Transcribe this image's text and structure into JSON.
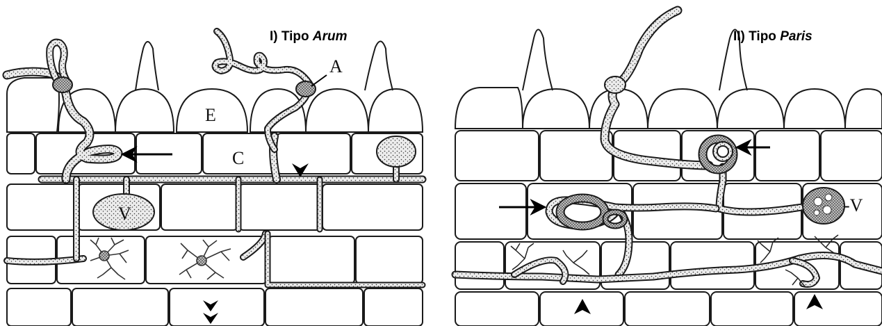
{
  "panels": [
    {
      "title_prefix": "I) Tipo ",
      "title_italic": "Arum",
      "labels": {
        "appressorium": "A",
        "epidermis": "E",
        "cortex": "C",
        "vesicle": "V"
      }
    },
    {
      "title_prefix": "II) Tipo ",
      "title_italic": "Paris",
      "labels": {
        "vesicle": "-V"
      }
    }
  ],
  "colors": {
    "ink": "#1a1a1a",
    "hypha_fill": "#d9d9d9",
    "background": "#ffffff"
  }
}
